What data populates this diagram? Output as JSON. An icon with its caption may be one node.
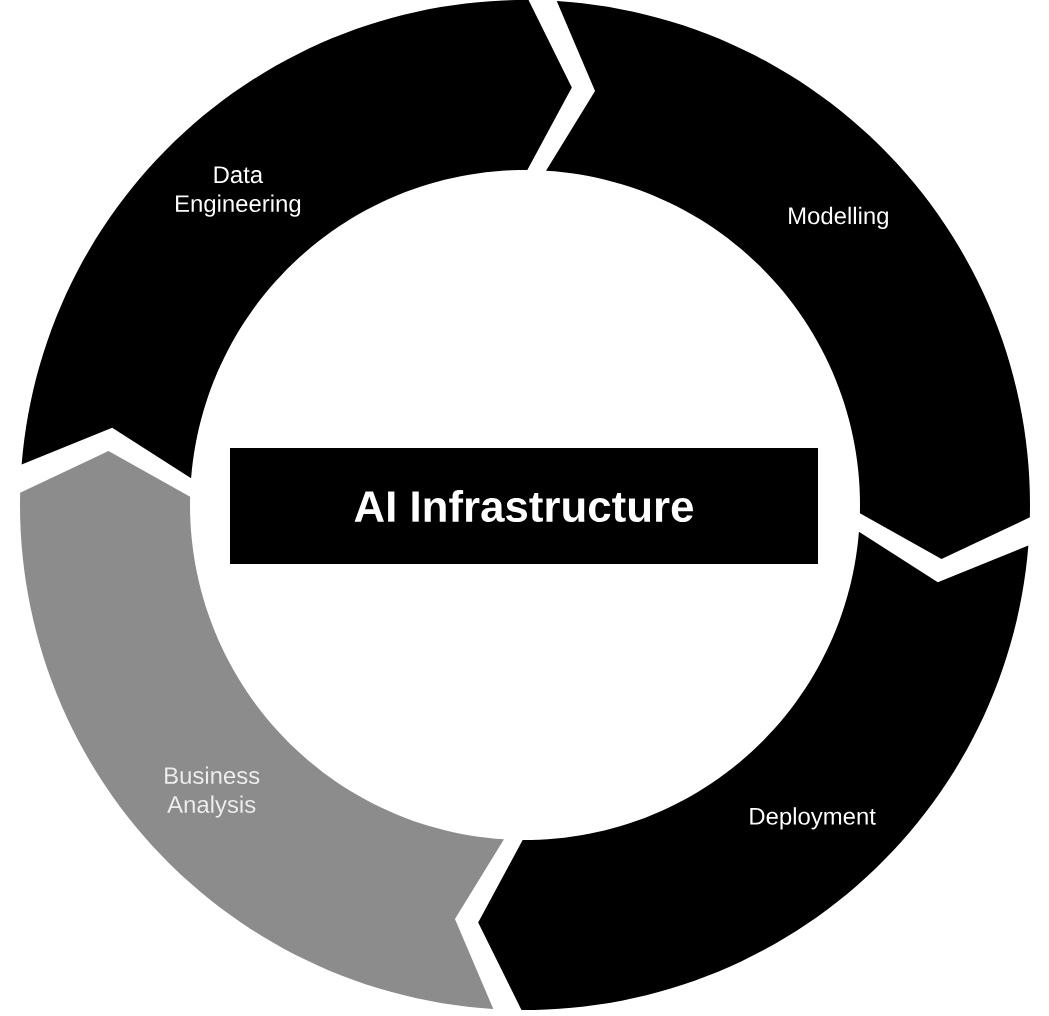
{
  "diagram": {
    "nodes": [
      {
        "text": [
          "AI Infrastructure"
        ]
      },
      {
        "text": [
          "Data Engineering"
        ]
      },
      {
        "text": [
          "Modelling"
        ]
      },
      {
        "text": [
          "Deployment"
        ]
      },
      {
        "text": [
          "Business Analysis"
        ]
      }
    ]
  }
}
